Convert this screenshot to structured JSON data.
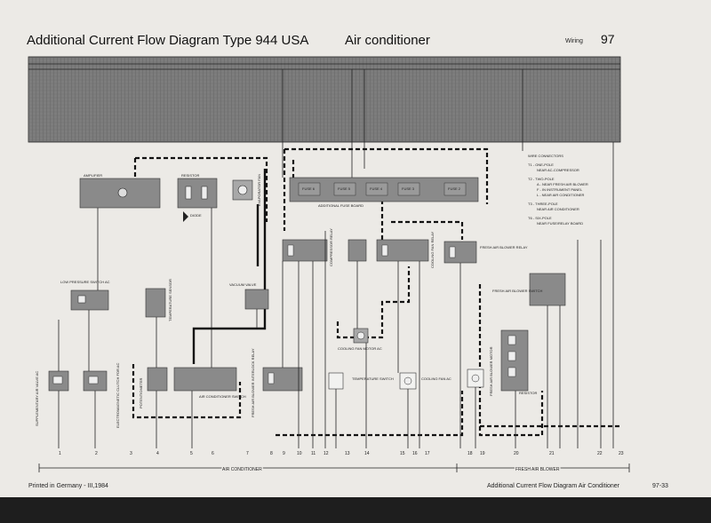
{
  "header": {
    "title": "Additional Current Flow Diagram Type 944 USA",
    "subtitle": "Air conditioner",
    "section": "Wiring",
    "page_number": "97"
  },
  "footer": {
    "printed": "Printed in Germany - III,1984",
    "caption": "Additional Current Flow Diagram Air Conditioner",
    "page_code": "97-33"
  },
  "sections": {
    "air_conditioner": "AIR CONDITIONER",
    "fresh_air_blower": "FRESH AIR BLOWER"
  },
  "legend": {
    "heading": "WIRE CONNECTORS",
    "lines": [
      "T1 - ONE-POLE",
      "NEAR AC-COMPRESSOR",
      "T2 - TWO-POLE",
      "A - NEAR FRESH AIR BLOWER",
      "F - IN INSTRUMENT PANEL",
      "L - NEAR AIR CONDITIONER",
      "T3 - THREE-POLE",
      "NEAR AIR CONDITIONER",
      "T6 - SIX-POLE",
      "NEAR FUSE/RELAY BOARD"
    ]
  },
  "components": {
    "amplifier": "AMPLIFIER",
    "resistor_top": "RESISTOR",
    "diode": "DIODE",
    "evaporator_fan": "EVAPORATOR FAN",
    "low_pressure_switch": "LOW PRESSURE SWITCH AC",
    "temperature_sensor": "TEMPERATURE SENSOR",
    "vacuum_valve": "VACUUM VALVE",
    "supplementary_air_valve": "SUPPLEMENTARY AIR VALVE AC",
    "electromagnetic_clutch": "ELECTROMAGNETIC CLUTCH FOR AC",
    "potentiometer": "POTENTIOMETER",
    "ac_switch": "AIR CONDITIONER SWITCH",
    "fresh_air_blower_interlock": "FRESH AIR BLOWER INTERLOCK RELAY",
    "additional_fuse_board": "ADDITIONAL FUSE BOARD",
    "cooling_fan_motor": "COOLING FAN MOTOR AC",
    "temperature_switch": "TEMPERATURE SWITCH",
    "cooling_fan": "COOLING FAN AC",
    "compressor_relay": "COMPRESSOR RELAY",
    "cooling_fan_relay": "COOLING FAN RELAY",
    "fresh_air_blower_relay": "FRESH AIR BLOWER RELAY",
    "fresh_air_blower_switch": "FRESH AIR BLOWER SWITCH",
    "fresh_air_blower_motor": "FRESH AIR BLOWER MOTOR",
    "resistor_right": "RESISTOR"
  },
  "fuses": [
    "FUSE 6",
    "FUSE 5",
    "FUSE 4",
    "FUSE 3",
    "FUSE 2"
  ],
  "column_numbers": [
    "1",
    "2",
    "3",
    "4",
    "5",
    "6",
    "7",
    "8",
    "9",
    "10",
    "11",
    "12",
    "13",
    "14",
    "15",
    "16",
    "17",
    "18",
    "19",
    "20",
    "21",
    "22",
    "23"
  ]
}
